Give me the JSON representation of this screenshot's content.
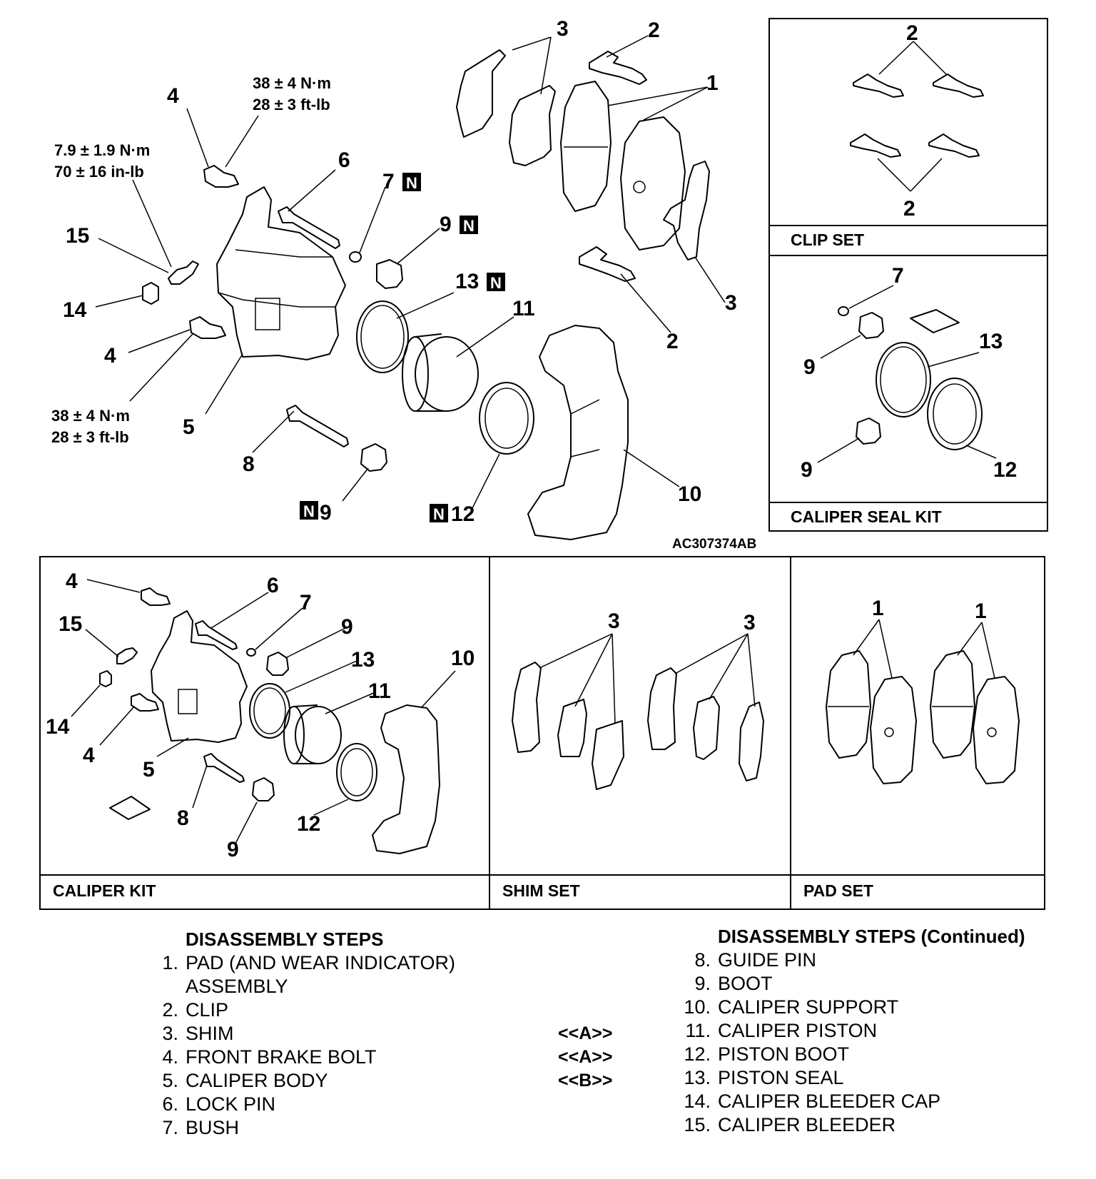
{
  "figure_code": "AC307374AB",
  "callouts": {
    "c1": "1",
    "c2": "2",
    "c3": "3",
    "c4": "4",
    "c5": "5",
    "c6": "6",
    "c7": "7",
    "c8": "8",
    "c9": "9",
    "c10": "10",
    "c11": "11",
    "c12": "12",
    "c13": "13",
    "c14": "14",
    "c15": "15"
  },
  "new_part_mark": "N",
  "torques": {
    "bolt_upper_nm": "38 ± 4 N·m",
    "bolt_upper_ftlb": "28 ± 3 ft-lb",
    "bleeder_nm": "7.9 ± 1.9 N·m",
    "bleeder_inlb": "70 ± 16 in-lb",
    "bolt_lower_nm": "38 ± 4 N·m",
    "bolt_lower_ftlb": "28 ± 3 ft-lb"
  },
  "kit_boxes": {
    "clip_set": "CLIP SET",
    "caliper_seal_kit": "CALIPER SEAL KIT",
    "caliper_kit": "CALIPER KIT",
    "shim_set": "SHIM SET",
    "pad_set": "PAD SET"
  },
  "steps": {
    "header_left": "DISASSEMBLY STEPS",
    "header_right": "DISASSEMBLY STEPS (Continued)",
    "left": [
      {
        "num": "1.",
        "text": "PAD (AND WEAR INDICATOR)"
      },
      {
        "num": "",
        "text": "ASSEMBLY"
      },
      {
        "num": "2.",
        "text": "CLIP"
      },
      {
        "num": "3.",
        "text": "SHIM"
      },
      {
        "num": "4.",
        "text": "FRONT BRAKE BOLT"
      },
      {
        "num": "5.",
        "text": "CALIPER BODY"
      },
      {
        "num": "6.",
        "text": "LOCK PIN"
      },
      {
        "num": "7.",
        "text": "BUSH"
      }
    ],
    "right": [
      {
        "num": "8.",
        "text": "GUIDE PIN"
      },
      {
        "num": "9.",
        "text": "BOOT"
      },
      {
        "num": "10.",
        "text": "CALIPER SUPPORT"
      },
      {
        "num": "11.",
        "text": "CALIPER PISTON"
      },
      {
        "num": "12.",
        "text": "PISTON BOOT"
      },
      {
        "num": "13.",
        "text": "PISTON SEAL"
      },
      {
        "num": "14.",
        "text": "CALIPER BLEEDER CAP"
      },
      {
        "num": "15.",
        "text": "CALIPER BLEEDER"
      }
    ],
    "service_marks": {
      "m11": "<<A>>",
      "m12": "<<A>>",
      "m13": "<<B>>"
    }
  }
}
